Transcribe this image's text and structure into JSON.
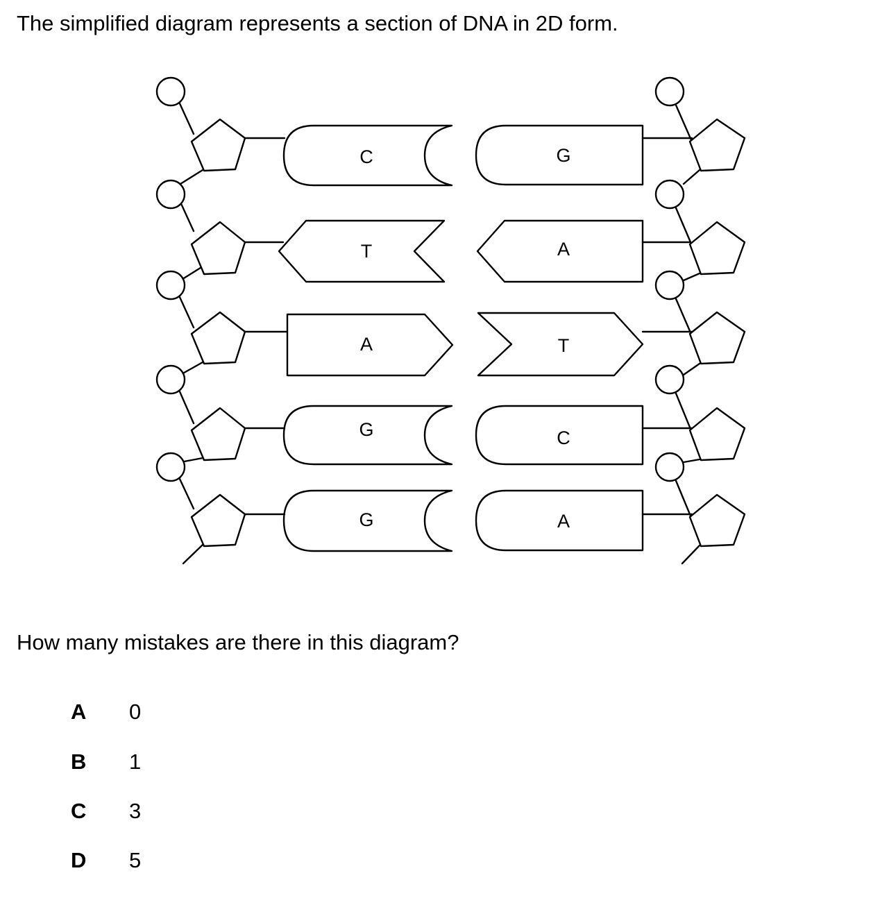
{
  "intro_text": "The simplified diagram represents a section of DNA in 2D form.",
  "question_text": "How many mistakes are there in this diagram?",
  "options": [
    {
      "letter": "A",
      "value": "0"
    },
    {
      "letter": "B",
      "value": "1"
    },
    {
      "letter": "C",
      "value": "3"
    },
    {
      "letter": "D",
      "value": "5"
    }
  ],
  "diagram": {
    "base_pairs": [
      {
        "left": "C",
        "right": "G"
      },
      {
        "left": "T",
        "right": "A"
      },
      {
        "left": "A",
        "right": "T"
      },
      {
        "left": "G",
        "right": "C"
      },
      {
        "left": "G",
        "right": "A"
      }
    ]
  }
}
